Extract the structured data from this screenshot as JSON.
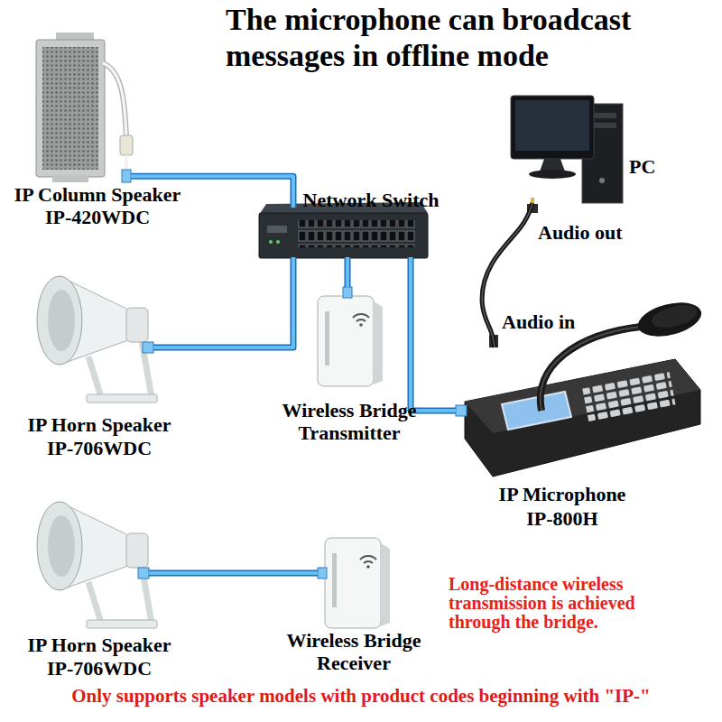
{
  "diagram": {
    "title": "The microphone can broadcast messages in offline mode",
    "caption": "Only supports speaker models with product codes beginning with \"IP-\"",
    "nodes": [
      {
        "text": [
          "IP Column Speaker",
          "IP-420WDC"
        ]
      },
      {
        "text": [
          "Network Switch"
        ]
      },
      {
        "text": [
          "PC"
        ]
      },
      {
        "text": [
          "IP Horn Speaker",
          "IP-706WDC"
        ]
      },
      {
        "text": [
          "Wireless Bridge Transmitter"
        ]
      },
      {
        "text": [
          "IP Microphone",
          "IP-800H"
        ]
      },
      {
        "text": [
          "IP Horn Speaker",
          "IP-706WDC"
        ]
      },
      {
        "text": [
          "Wireless Bridge Receiver"
        ]
      }
    ],
    "edges": [
      {
        "from": 0,
        "to": 1,
        "arrow": "none"
      },
      {
        "from": 3,
        "to": 1,
        "arrow": "none"
      },
      {
        "from": 4,
        "to": 1,
        "arrow": "none"
      },
      {
        "from": 5,
        "to": 1,
        "arrow": "none"
      },
      {
        "from": 2,
        "to": 5,
        "arrow": "none"
      },
      {
        "from": 6,
        "to": 7,
        "arrow": "none"
      }
    ],
    "labels": [
      "Audio out",
      "Audio in",
      "Long-distance wireless transmission is achieved through the bridge."
    ]
  }
}
